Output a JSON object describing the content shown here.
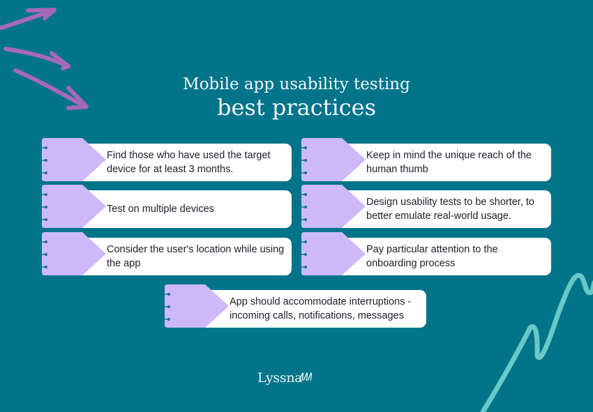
{
  "title": {
    "line1": "Mobile app usability testing",
    "line2": "best practices"
  },
  "cards": [
    {
      "text": "Find those who have used the target device for at least 3 months."
    },
    {
      "text": "Keep in mind the unique reach of the human thumb"
    },
    {
      "text": "Test on multiple devices"
    },
    {
      "text": "Design usability tests to be shorter, to better emulate real-world usage."
    },
    {
      "text": "Consider the user's location while using the app"
    },
    {
      "text": "Pay particular attention to the onboarding process"
    },
    {
      "text": "App should accommodate interruptions - incoming calls, notifications, messages"
    }
  ],
  "brand": {
    "name": "Lyssna"
  },
  "colors": {
    "background": "#01748a",
    "tab": "#cdb8f8",
    "card": "#ffffff",
    "arrow": "#a868b8",
    "squiggle": "#69c8c8",
    "dot": "#1a6e8c"
  }
}
